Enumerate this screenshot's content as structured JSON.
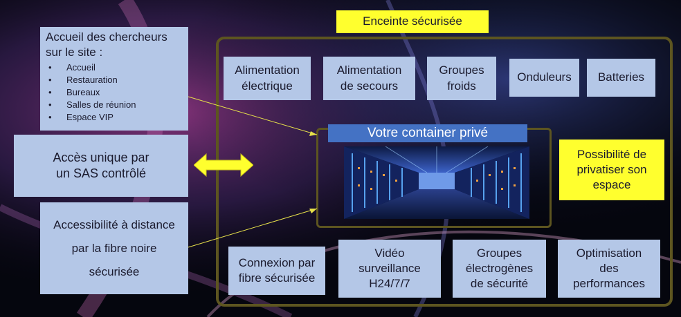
{
  "enclosure": {
    "label": "Enceinte sécurisée"
  },
  "accueil": {
    "title_line1": "Accueil des chercheurs",
    "title_line2": "sur le site :",
    "items": [
      "Accueil",
      "Restauration",
      "Bureaux",
      "Salles de réunion",
      "Espace VIP"
    ]
  },
  "access": {
    "line1": "Accès unique par",
    "line2": "un SAS contrôlé"
  },
  "remote": {
    "line1": "Accessibilité à distance",
    "line2": "par la fibre noire",
    "line3": "sécurisée"
  },
  "top_row": [
    {
      "line1": "Alimentation",
      "line2": "électrique"
    },
    {
      "line1": "Alimentation",
      "line2": "de secours"
    },
    {
      "line1": "Groupes",
      "line2": "froids"
    },
    {
      "line1": "Onduleurs"
    },
    {
      "line1": "Batteries"
    }
  ],
  "bottom_row": [
    {
      "line1": "Connexion par",
      "line2": "fibre sécurisée"
    },
    {
      "line1": "Vidéo",
      "line2": "surveillance",
      "line3": "H24/7/7"
    },
    {
      "line1": "Groupes",
      "line2": "électrogènes",
      "line3": "de sécurité"
    },
    {
      "line1": "Optimisation",
      "line2": "des",
      "line3": "performances"
    }
  ],
  "container": {
    "title": "Votre container privé"
  },
  "privatize": {
    "line1": "Possibilité de",
    "line2": "privatiser son",
    "line3": "espace"
  },
  "colors": {
    "box_fill": "#b4c7e7",
    "highlight": "#ffff2e",
    "container_header": "#4472c4",
    "frame": "#5d5520",
    "background": "#05060e"
  },
  "icons": {
    "arrow": "double-headed-arrow-icon",
    "datacenter": "server-corridor-image"
  }
}
